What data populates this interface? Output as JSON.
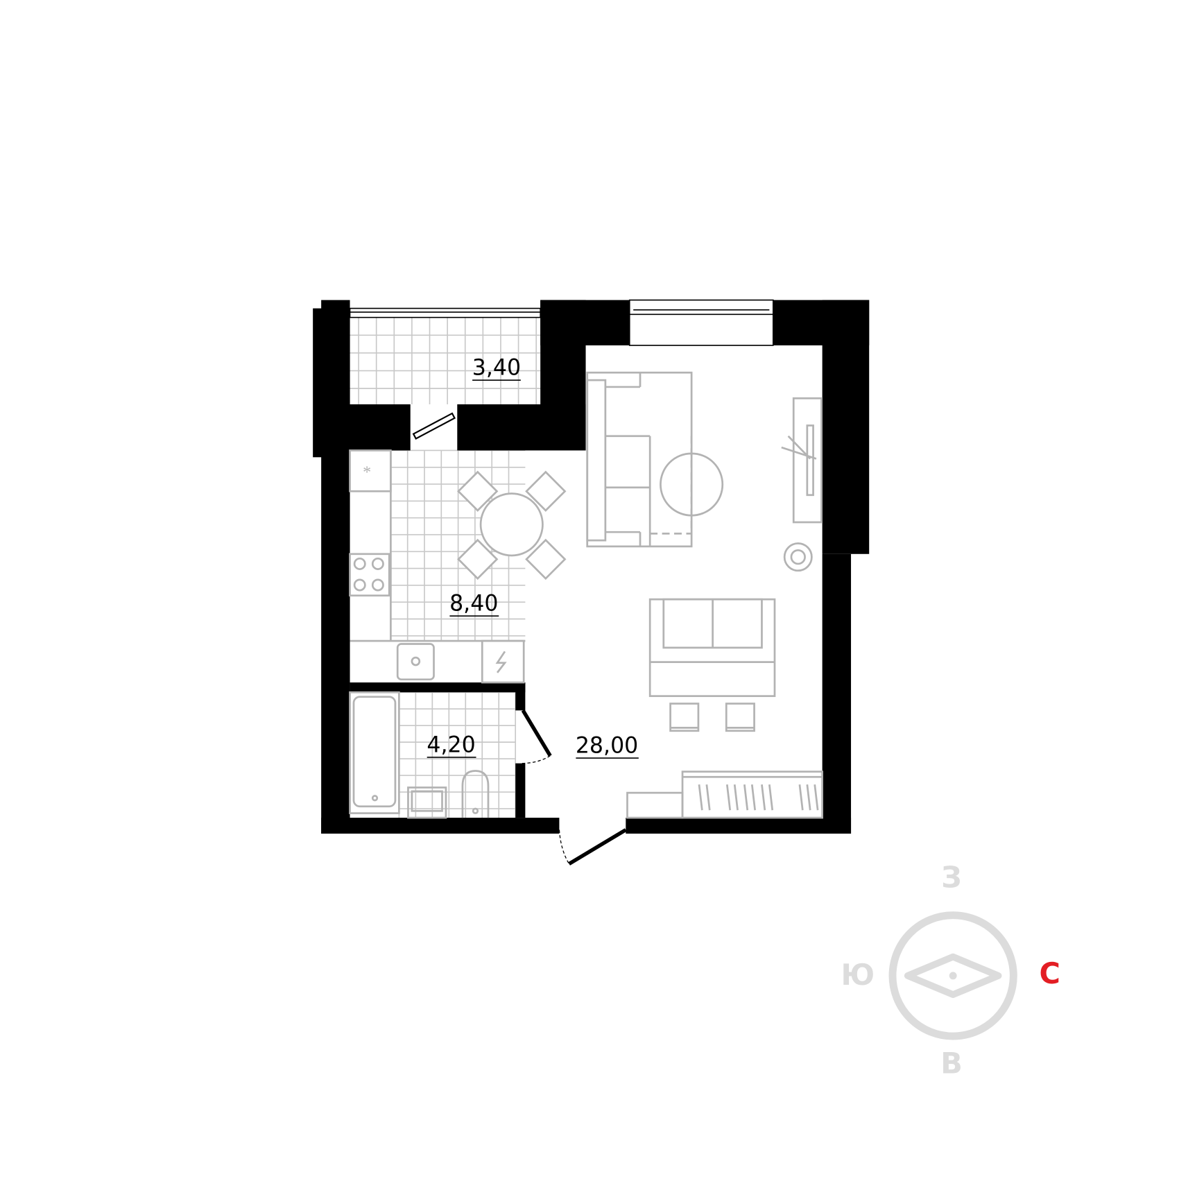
{
  "rooms": {
    "balcony_area": "3,40",
    "kitchen_area": "8,40",
    "bathroom_area": "4,20",
    "living_area": "28,00"
  },
  "compass": {
    "north": "С",
    "south": "Ю",
    "west": "З",
    "east": "В",
    "north_color": "#e31e24",
    "other_color": "#dcdcdc"
  }
}
